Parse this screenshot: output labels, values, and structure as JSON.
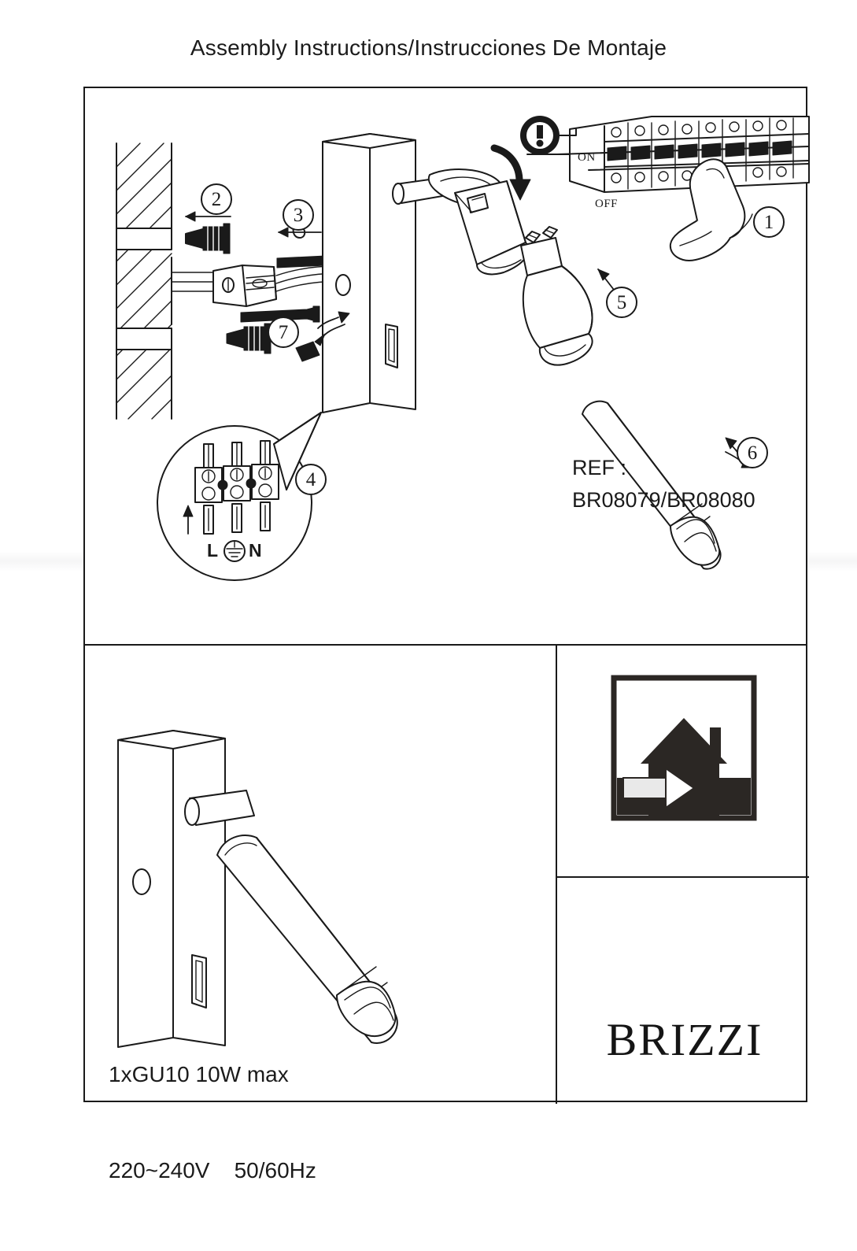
{
  "document": {
    "title": "Assembly Instructions/Instrucciones De Montaje"
  },
  "steps": [
    {
      "number": "1",
      "name": "turn-off-circuit-breaker"
    },
    {
      "number": "2",
      "name": "insert-wall-plugs"
    },
    {
      "number": "3",
      "name": "drive-mounting-screws"
    },
    {
      "number": "4",
      "name": "connect-terminal-block"
    },
    {
      "number": "5",
      "name": "insert-gu10-lamp"
    },
    {
      "number": "6",
      "name": "fit-cylinder-shade"
    },
    {
      "number": "7",
      "name": "tighten-grub-screw"
    }
  ],
  "breaker": {
    "on_label": "ON",
    "off_label": "OFF",
    "warning_icon": "exclamation-icon"
  },
  "terminal": {
    "live_label": "L",
    "earth_label": "earth-symbol",
    "neutral_label": "N"
  },
  "specs": {
    "lamp": "1xGU10 10W max",
    "voltage": "220~240V    50/60Hz"
  },
  "reference": {
    "label": "REF :",
    "value": "BR08079/BR08080",
    "brand": "BRIZZI"
  },
  "symbols": {
    "indoor_use": "indoor-house-icon"
  },
  "colors": {
    "ink": "#1a1a1a",
    "paper": "#ffffff",
    "icon_fill": "#2b2724"
  }
}
